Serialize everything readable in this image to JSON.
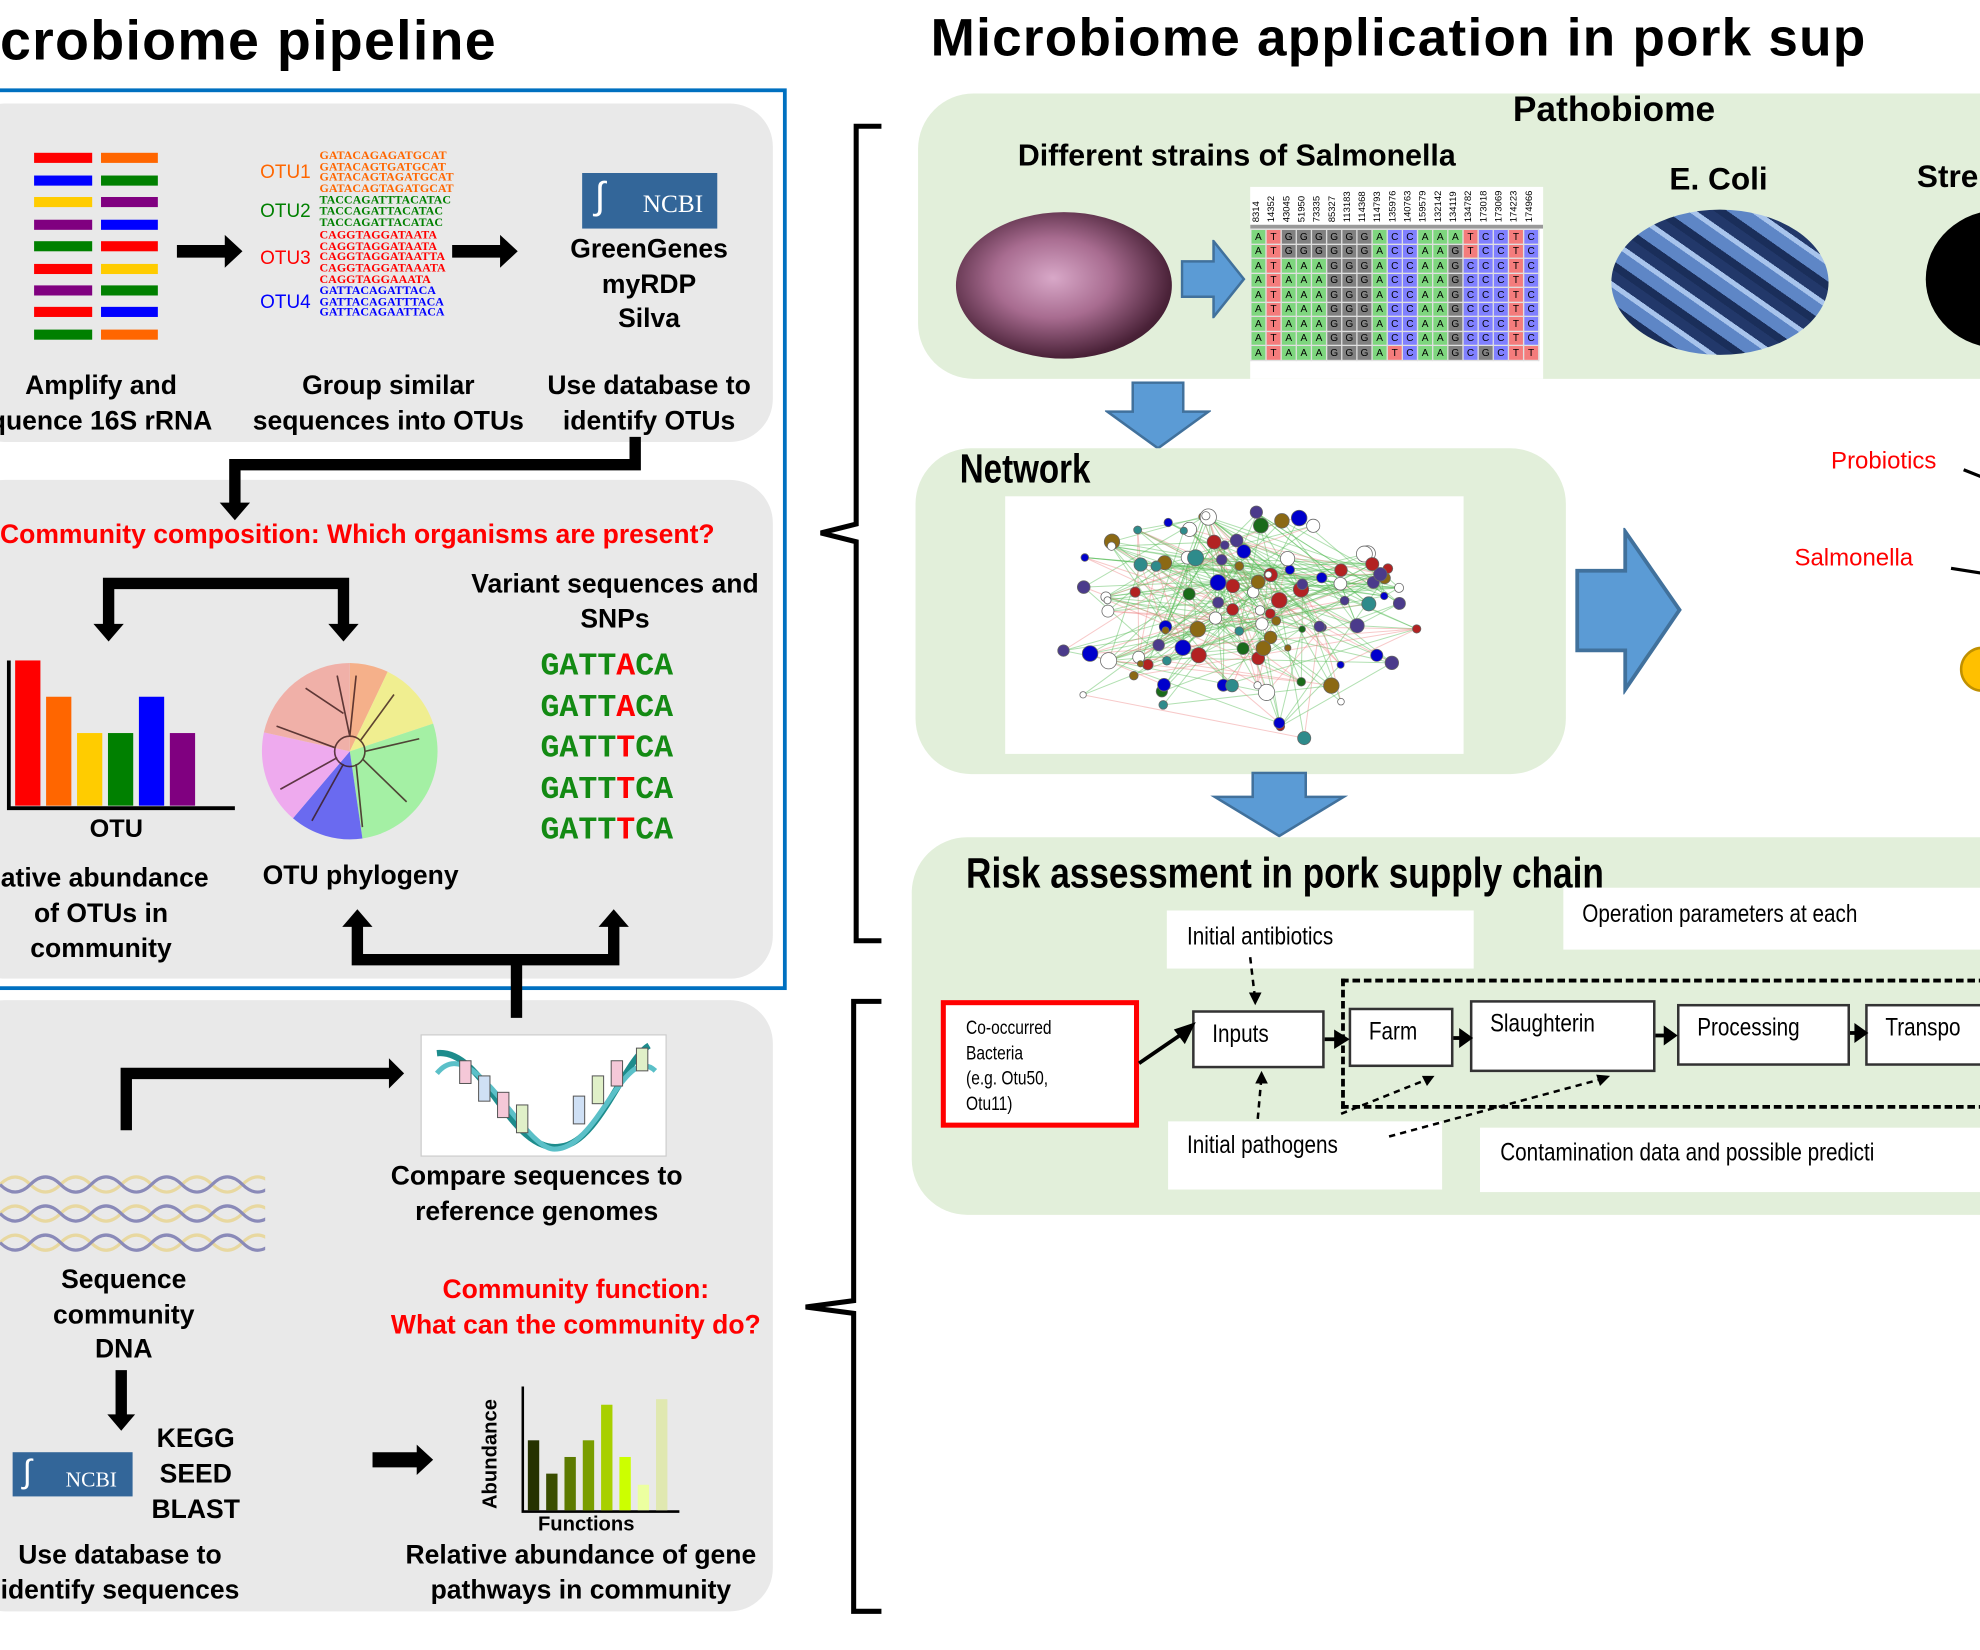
{
  "titles": {
    "left": "crobiome pipeline",
    "right": "Microbiome application in pork sup"
  },
  "colors": {
    "pipeline_border": "#0070c0",
    "panel_gray": "#e9e9e9",
    "panel_green": "#e2efda",
    "arrow_blue": "#5b9bd5",
    "red": "#ff0000"
  },
  "pipeline": {
    "step1": {
      "line1": "Amplify and",
      "line2": "quence 16S rRNA",
      "primer_colors": [
        [
          "#ff0000",
          "#ff6600"
        ],
        [
          "#0000ff",
          "#008000"
        ],
        [
          "#ffcc00",
          "#800080"
        ],
        [
          "#800080",
          "#0000ff"
        ],
        [
          "#008000",
          "#ff0000"
        ],
        [
          "#ff0000",
          "#ffcc00"
        ],
        [
          "#800080",
          "#008000"
        ],
        [
          "#ff0000",
          "#0000ff"
        ],
        [
          "#008000",
          "#ff6600"
        ]
      ]
    },
    "step2": {
      "line1": "Group similar",
      "line2": "sequences into OTUs",
      "otus": [
        {
          "label": "OTU1",
          "color": "#ff6600",
          "seqs": [
            "GATACAGAGATGCAT",
            "GATACAGTGATGCAT",
            "GATACAGTAGATGCAT",
            "GATACAGTAGATGCAT"
          ]
        },
        {
          "label": "OTU2",
          "color": "#008000",
          "seqs": [
            "TACCAGATTTACATAC",
            "TACCAGATTACATAC",
            "TACCAGATTACATAC"
          ]
        },
        {
          "label": "OTU3",
          "color": "#ff0000",
          "seqs": [
            "CAGGTAGGATAATA",
            "CAGGTAGGATAATA",
            "CAGGTAGGATAATTA",
            "CAGGTAGGATAAATA",
            "CAGGTAGGAAATA"
          ]
        },
        {
          "label": "OTU4",
          "color": "#0000ff",
          "seqs": [
            "GATTACAGATTACA",
            "GATTACAGATTTACA",
            "GATTACAGAATTACA"
          ]
        }
      ]
    },
    "step3": {
      "logo": "NCBI",
      "databases": [
        "GreenGenes",
        "myRDP",
        "Silva"
      ],
      "line1": "Use database to",
      "line2": "identify OTUs"
    },
    "composition_question": "Community composition: Which organisms are present?",
    "abundance": {
      "axis_label": "OTU",
      "caption": [
        "lative abundance",
        "of  OTUs in",
        "community"
      ],
      "bar_colors": [
        "#ff0000",
        "#ff6600",
        "#ffcc00",
        "#008000",
        "#0000ff",
        "#800080"
      ],
      "relative_values": [
        1.0,
        0.75,
        0.5,
        0.5,
        0.75,
        0.5
      ]
    },
    "phylogeny": {
      "caption": "OTU phylogeny"
    },
    "snps": {
      "title": [
        "Variant sequences and",
        "SNPs"
      ],
      "seqs": [
        [
          "GATT",
          "A",
          "CA"
        ],
        [
          "GATT",
          "A",
          "CA"
        ],
        [
          "GATT",
          "T",
          "CA"
        ],
        [
          "GATT",
          "T",
          "CA"
        ],
        [
          "GATT",
          "T",
          "CA"
        ]
      ]
    },
    "sequence_dna": {
      "caption": [
        "Sequence",
        "community",
        "DNA"
      ]
    },
    "compare": {
      "caption": [
        "Compare sequences to",
        "reference genomes"
      ]
    },
    "function_question": [
      "Community function:",
      "What can the community do?"
    ],
    "function_db": {
      "logo": "NCBI",
      "databases": [
        "KEGG",
        "SEED",
        "BLAST"
      ],
      "caption": [
        "Use database to",
        "identify sequences"
      ]
    },
    "functions_chart": {
      "ylabel": "Abundance",
      "xlabel": "Functions",
      "bar_colors": [
        "#263300",
        "#3a4d00",
        "#5c7a00",
        "#7a9e00",
        "#a8d000",
        "#ccff00",
        "#ecffa0",
        "#e0e8b0"
      ],
      "relative_values": [
        0.63,
        0.33,
        0.48,
        0.63,
        0.95,
        0.48,
        0.23,
        1.0
      ],
      "caption": [
        "Relative abundance of gene",
        "pathways in community"
      ]
    }
  },
  "application": {
    "pathobiome": {
      "title": "Pathobiome",
      "salmonella_label": "Different strains of Salmonella",
      "ecoli_label": "E. Coli",
      "strep_label": "Stre",
      "alignment": {
        "headers": [
          "8314",
          "14352",
          "43045",
          "51950",
          "73335",
          "85327",
          "113183",
          "114368",
          "114793",
          "135976",
          "140763",
          "159579",
          "132142",
          "134119",
          "134782",
          "173018",
          "173069",
          "174223",
          "174966"
        ],
        "rows": [
          "ATGGGGGGACCAAATCCTC",
          "ATGGGGGGACCAAGTCCTC",
          "ATAAAGGGACCAAGCCCTC",
          "ATAAAGGGACCAAGCCCTC",
          "ATAAAGGGACCAAGCCCTC",
          "ATAAAGGGACCAAGCCCTC",
          "ATAAAGGGACCAAGCCCTC",
          "ATAAAGGGACCAAGCCCTC",
          "ATAAAGGGATCAAGCGCTT"
        ],
        "base_colors": {
          "A": "#7ed67e",
          "T": "#f47c7c",
          "G": "#808080",
          "C": "#8080ff"
        }
      }
    },
    "network": {
      "title": "Network",
      "labels": [
        "Probiotics",
        "Salmonella"
      ]
    },
    "risk": {
      "title": "Risk assessment in pork supply chain",
      "initial_antibiotics": "Initial antibiotics",
      "operation_parameters": "Operation parameters at each",
      "co_occurred": [
        "Co-occurred",
        "Bacteria",
        "(e.g. Otu50,",
        "Otu11)"
      ],
      "stages": [
        "Inputs",
        "Farm",
        "Slaughterin",
        "Processing",
        "Transpo"
      ],
      "initial_pathogens": "Initial pathogens",
      "contamination": "Contamination data and possible predicti"
    }
  }
}
